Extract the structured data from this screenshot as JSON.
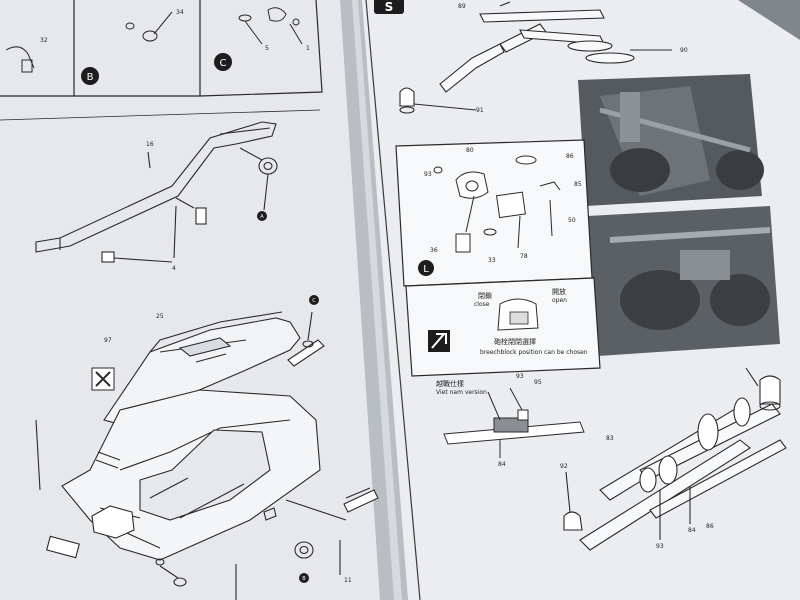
{
  "photo": {
    "subject": "open model kit assembly instruction booklet",
    "colors": {
      "paper": "#e9ebee",
      "paper_shadow": "#c9cdd2",
      "line_art": "#2a2a2a",
      "background": "#7f868c",
      "photo_panel": "#4a4d50"
    }
  },
  "left_page": {
    "sub_steps": [
      {
        "letter": "B",
        "part_numbers": [
          "34"
        ]
      },
      {
        "letter": "C",
        "part_numbers": [
          "5",
          "1"
        ]
      }
    ],
    "top_left_number": "32",
    "trail_parts": {
      "top": [
        "16",
        "4"
      ],
      "marker": "A"
    },
    "lower_assembly": {
      "part_numbers": [
        "25",
        "97",
        "11"
      ],
      "markers": [
        "C",
        "B"
      ]
    }
  },
  "right_page": {
    "step_letter": "S",
    "top_part_numbers": [
      "89",
      "90",
      "91"
    ],
    "breech_box": {
      "part_numbers": [
        "80",
        "86",
        "85",
        "93",
        "50",
        "36",
        "33",
        "78"
      ],
      "marker": "L"
    },
    "option_box": {
      "closed_cjk": "閉鎖",
      "closed_en": "close",
      "open_cjk": "開放",
      "open_en": "open",
      "note_cjk": "砲栓閉閉選擇",
      "note_en": "breechblock position can be chosen"
    },
    "vietnam_version": {
      "cjk": "越戰仕樣",
      "en": "Viet nam version",
      "part_numbers": [
        "93",
        "95",
        "84"
      ]
    },
    "bottom_part_numbers": [
      "83",
      "92",
      "93",
      "84",
      "86"
    ]
  }
}
